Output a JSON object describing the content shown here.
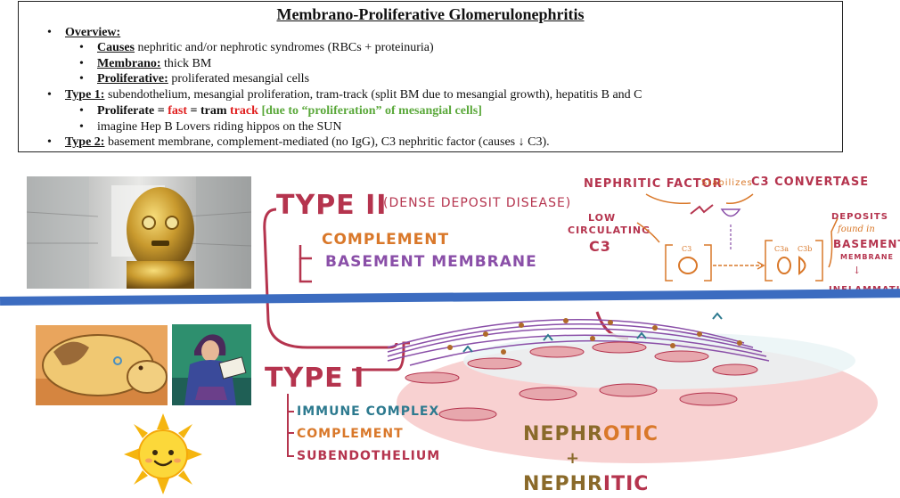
{
  "notes": {
    "title": "Membrano-Proliferative Glomerulonephritis",
    "overview_label": "Overview:",
    "causes_label": "Causes",
    "causes_text": " nephritic and/or nephrotic syndromes (RBCs + proteinuria)",
    "membrano_label": "Membrano:",
    "membrano_text": " thick BM",
    "proliferative_label": "Proliferative:",
    "proliferative_text": " proliferated mesangial cells",
    "type1_label": "Type 1:",
    "type1_text": " subendothelium, mesangial proliferation, tram-track (split BM due to mesangial growth), hepatitis B and C",
    "mnemonic_a": "Proliferate = ",
    "mnemonic_fast": "fast",
    "mnemonic_b": " = tram ",
    "mnemonic_track": "track",
    "mnemonic_green": " [due to “proliferation” of mesangial cells]",
    "imagine_text": "imagine Hep B Lovers riding hippos on the SUN",
    "type2_label": "Type 2:",
    "type2_text": " basement membrane, complement-mediated (no IgG), C3 nephritic factor (causes ↓ C3)."
  },
  "drawing": {
    "type2_heading": "TYPE II",
    "type2_sub": "(DENSE DEPOSIT DISEASE)",
    "type2_item1": "COMPLEMENT",
    "type2_item2": "BASEMENT MEMBRANE",
    "nephritic_factor": "NEPHRITIC FACTOR",
    "stabilizes": "Stabilizes",
    "c3_convertase": "C3 CONVERTASE",
    "low_circulating_1": "LOW",
    "low_circulating_2": "CIRCULATING",
    "low_circulating_3": "C3",
    "c3_label": "C3",
    "c3a_label": "C3a",
    "c3b_label": "C3b",
    "deposits_1": "DEPOSITS",
    "deposits_2": "found in",
    "deposits_3": "BASEMENT",
    "deposits_4": "MEMBRANE",
    "inflammation": "INFLAMMATION",
    "type1_heading": "TYPE I",
    "type1_item1": "IMMUNE COMPLEX",
    "type1_item2": "COMPLEMENT",
    "type1_item3_a": "SUB",
    "type1_item3_b": "ENDOTHELIUM",
    "nephr_1a": "NEPHR",
    "nephr_1b": "OTIC",
    "plus": "+",
    "nephr_2a": "NEPHR",
    "nephr_2b": "ITIC"
  },
  "colors": {
    "maroon": "#b5344e",
    "orange": "#d9782a",
    "teal": "#2d7a8f",
    "purple": "#8a4fa8",
    "pink": "#f4b6b9",
    "blue_line": "#3c6cc0"
  }
}
